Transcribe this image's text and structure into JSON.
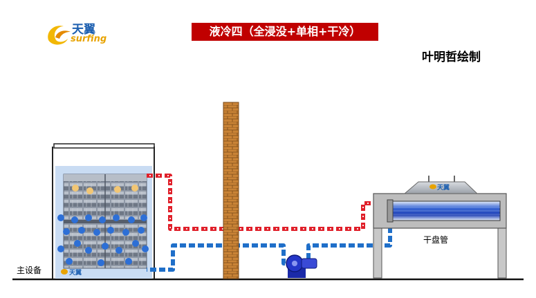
{
  "logo": {
    "cn": "天翼",
    "en": "surfing"
  },
  "title": "液冷四（全浸没+单相+干冷）",
  "author": "叶明哲绘制",
  "labels": {
    "main_device": "主设备",
    "dry_coil": "干盘管",
    "rack_logo": "天翼",
    "cooler_logo": "天翼"
  },
  "colors": {
    "hot": "#e0202a",
    "cold": "#1f6fc9",
    "title_bg": "#c00000",
    "brick": "#c98336",
    "tank_fill": "#c9dcf3"
  }
}
